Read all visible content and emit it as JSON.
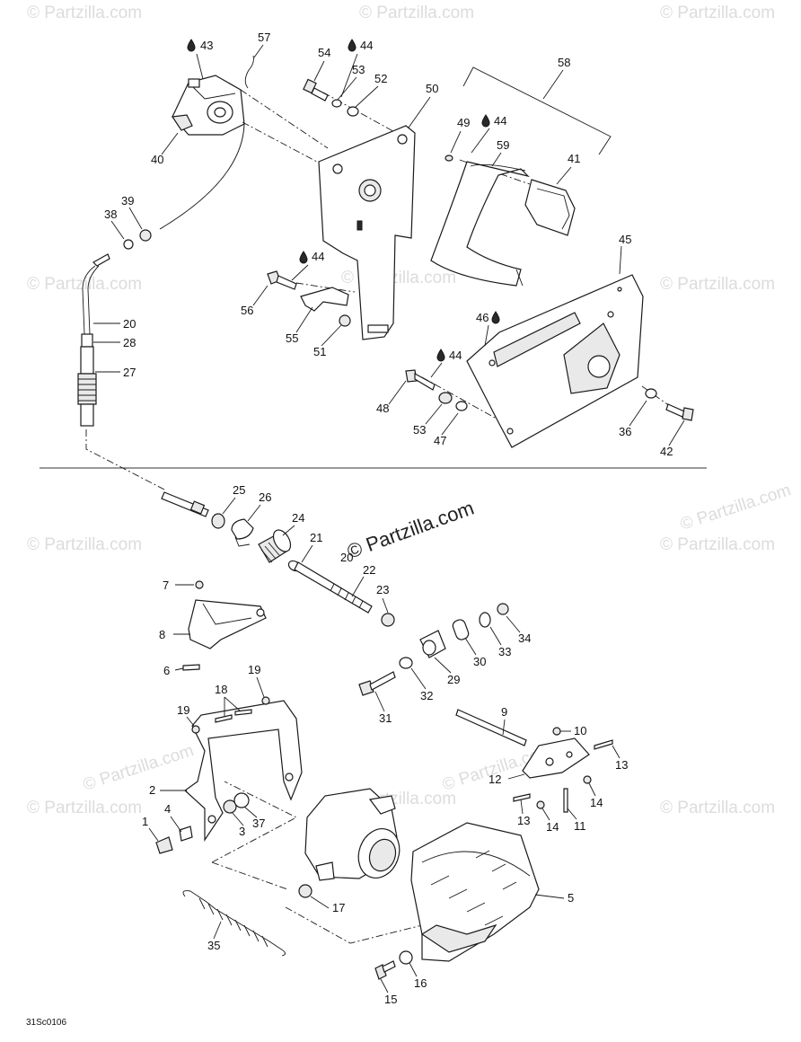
{
  "watermarks": {
    "text": "© Partzilla.com",
    "main": "© Partzilla.com"
  },
  "diagram_code": "31Sc0106",
  "oil_symbol": "💧",
  "callouts": [
    {
      "id": "c43",
      "text": "43",
      "oil": true
    },
    {
      "id": "c57",
      "text": "57"
    },
    {
      "id": "c54",
      "text": "54"
    },
    {
      "id": "c44a",
      "text": "44",
      "oil": true
    },
    {
      "id": "c53a",
      "text": "53"
    },
    {
      "id": "c52",
      "text": "52"
    },
    {
      "id": "c50",
      "text": "50"
    },
    {
      "id": "c58",
      "text": "58"
    },
    {
      "id": "c40",
      "text": "40"
    },
    {
      "id": "c49",
      "text": "49"
    },
    {
      "id": "c44b",
      "text": "44",
      "oil": true
    },
    {
      "id": "c59",
      "text": "59"
    },
    {
      "id": "c41",
      "text": "41"
    },
    {
      "id": "c39",
      "text": "39"
    },
    {
      "id": "c38",
      "text": "38"
    },
    {
      "id": "c45",
      "text": "45"
    },
    {
      "id": "c44c",
      "text": "44",
      "oil": true
    },
    {
      "id": "c56",
      "text": "56"
    },
    {
      "id": "c55",
      "text": "55"
    },
    {
      "id": "c51",
      "text": "51"
    },
    {
      "id": "c46",
      "text": "46",
      "oil": true
    },
    {
      "id": "c20a",
      "text": "20"
    },
    {
      "id": "c28",
      "text": "28"
    },
    {
      "id": "c27",
      "text": "27"
    },
    {
      "id": "c44d",
      "text": "44",
      "oil": true
    },
    {
      "id": "c48",
      "text": "48"
    },
    {
      "id": "c53b",
      "text": "53"
    },
    {
      "id": "c47",
      "text": "47"
    },
    {
      "id": "c36",
      "text": "36"
    },
    {
      "id": "c42",
      "text": "42"
    },
    {
      "id": "c25",
      "text": "25"
    },
    {
      "id": "c26",
      "text": "26"
    },
    {
      "id": "c24",
      "text": "24"
    },
    {
      "id": "c21",
      "text": "21"
    },
    {
      "id": "c20b",
      "text": "20"
    },
    {
      "id": "c22",
      "text": "22"
    },
    {
      "id": "c7",
      "text": "7"
    },
    {
      "id": "c23",
      "text": "23"
    },
    {
      "id": "c8",
      "text": "8"
    },
    {
      "id": "c34",
      "text": "34"
    },
    {
      "id": "c33",
      "text": "33"
    },
    {
      "id": "c30",
      "text": "30"
    },
    {
      "id": "c29",
      "text": "29"
    },
    {
      "id": "c6",
      "text": "6"
    },
    {
      "id": "c19a",
      "text": "19"
    },
    {
      "id": "c18",
      "text": "18"
    },
    {
      "id": "c32",
      "text": "32"
    },
    {
      "id": "c31",
      "text": "31"
    },
    {
      "id": "c19b",
      "text": "19"
    },
    {
      "id": "c9",
      "text": "9"
    },
    {
      "id": "c10",
      "text": "10"
    },
    {
      "id": "c13a",
      "text": "13"
    },
    {
      "id": "c12",
      "text": "12"
    },
    {
      "id": "c14a",
      "text": "14"
    },
    {
      "id": "c2",
      "text": "2"
    },
    {
      "id": "c4",
      "text": "4"
    },
    {
      "id": "c1",
      "text": "1"
    },
    {
      "id": "c3",
      "text": "3"
    },
    {
      "id": "c37",
      "text": "37"
    },
    {
      "id": "c13b",
      "text": "13"
    },
    {
      "id": "c14b",
      "text": "14"
    },
    {
      "id": "c11",
      "text": "11"
    },
    {
      "id": "c5",
      "text": "5"
    },
    {
      "id": "c17",
      "text": "17"
    },
    {
      "id": "c35",
      "text": "35"
    },
    {
      "id": "c16",
      "text": "16"
    },
    {
      "id": "c15",
      "text": "15"
    }
  ]
}
